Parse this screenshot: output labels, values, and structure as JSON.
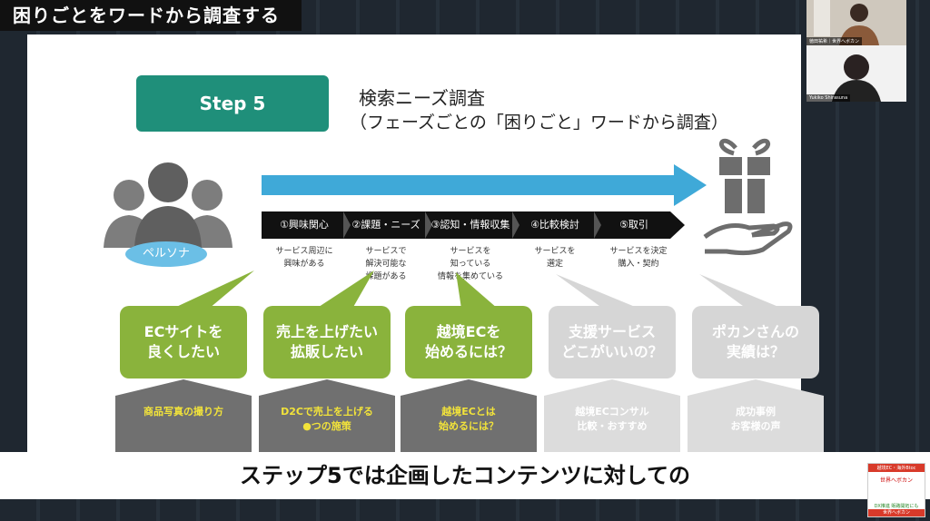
{
  "video_title": "困りごとをワードから調査する",
  "slide": {
    "step_label": "Step 5",
    "heading_line1": "検索ニーズ調査",
    "heading_line2": "（フェーズごとの「困りごと」ワードから調査）",
    "persona_label": "ペルソナ",
    "phases": [
      {
        "label": "①興味関心",
        "desc": "サービス周辺に\n興味がある"
      },
      {
        "label": "②課題・ニーズ",
        "desc": "サービスで\n解決可能な\n課題がある"
      },
      {
        "label": "③認知・情報収集",
        "desc": "サービスを\n知っている\n情報を集めている"
      },
      {
        "label": "④比較検討",
        "desc": "サービスを\n選定"
      },
      {
        "label": "⑤取引",
        "desc": "サービスを決定\n購入・契約"
      }
    ],
    "bubbles": [
      {
        "text": "ECサイトを\n良くしたい",
        "style": "green"
      },
      {
        "text": "売上を上げたい\n拡販したい",
        "style": "green"
      },
      {
        "text": "越境ECを\n始めるには？",
        "style": "green"
      },
      {
        "text": "支援サービス\nどこがいいの？",
        "style": "gray"
      },
      {
        "text": "ポカンさんの\n実績は？",
        "style": "gray"
      }
    ],
    "keywords": [
      {
        "text": "商品写真の撮り方",
        "style": "dark"
      },
      {
        "text": "D2Cで売上を上げる\n●つの施策",
        "style": "dark"
      },
      {
        "text": "越境ECとは\n始めるには？",
        "style": "dark"
      },
      {
        "text": "越境ECコンサル\n比較・おすすめ",
        "style": "light"
      },
      {
        "text": "成功事例\nお客様の声",
        "style": "light"
      }
    ]
  },
  "subtitle": "ステップ5では企画したコンテンツに対しての",
  "webcams": [
    {
      "name": "徳田祐希｜世界へボカン"
    },
    {
      "name": "Yukiko Shirasuna"
    }
  ],
  "logo": {
    "top": "越境EC・海外Btoc",
    "mid": "世界へボカン",
    "bottom": "DX推進\n販路開拓にも",
    "brand": "世界へボカン"
  },
  "colors": {
    "step_green": "#1f8f7a",
    "arrow_blue": "#3fa9d8",
    "bubble_green": "#8ab33c",
    "bubble_gray": "#d6d6d6",
    "house_dark": "#707070",
    "house_light": "#dcdcdc",
    "highlight_yellow": "#f2e33a"
  },
  "icons": [
    "persona-group-icon",
    "gift-hand-icon"
  ]
}
